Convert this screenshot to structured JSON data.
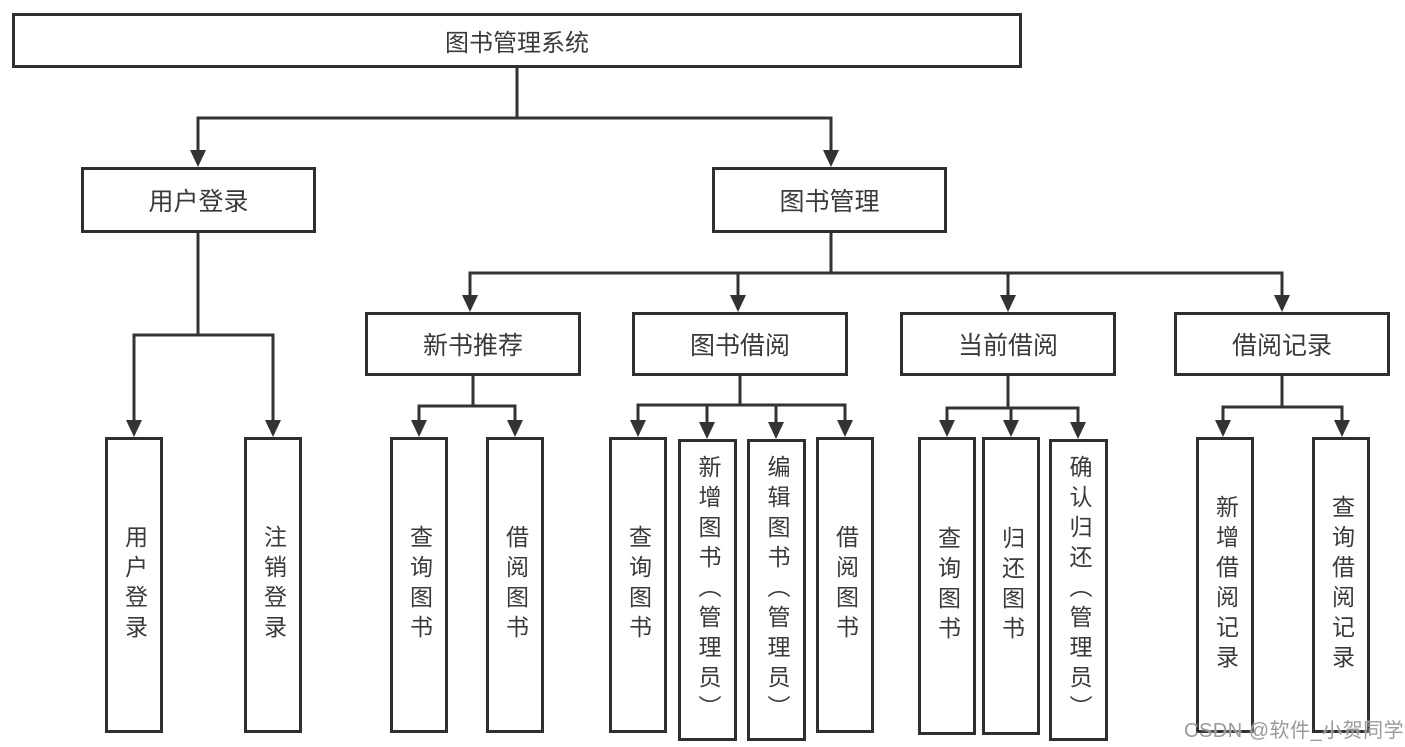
{
  "watermark": "CSDN @软件_小贺同学",
  "colors": {
    "line": "#333333",
    "box_border": "#2f2f2f",
    "text": "#3a3a3a",
    "watermark": "#9a9a9a",
    "background": "#ffffff"
  },
  "tree": {
    "root": {
      "label": "图书管理系统"
    },
    "level2": [
      {
        "label": "用户登录",
        "children": [
          {
            "label": "用户登录"
          },
          {
            "label": "注销登录"
          }
        ]
      },
      {
        "label": "图书管理",
        "children": [
          {
            "label": "新书推荐",
            "children": [
              {
                "label": "查询图书"
              },
              {
                "label": "借阅图书"
              }
            ]
          },
          {
            "label": "图书借阅",
            "children": [
              {
                "label": "查询图书"
              },
              {
                "label": "新增图书（管理员）"
              },
              {
                "label": "编辑图书（管理员）"
              },
              {
                "label": "借阅图书"
              }
            ]
          },
          {
            "label": "当前借阅",
            "children": [
              {
                "label": "查询图书"
              },
              {
                "label": "归还图书"
              },
              {
                "label": "确认归还（管理员）"
              }
            ]
          },
          {
            "label": "借阅记录",
            "children": [
              {
                "label": "新增借阅记录"
              },
              {
                "label": "查询借阅记录"
              }
            ]
          }
        ]
      }
    ]
  }
}
